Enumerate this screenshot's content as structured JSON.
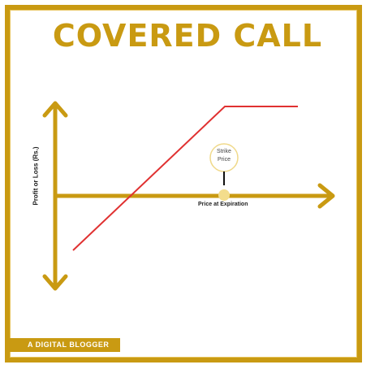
{
  "title": "COVERED CALL",
  "y_axis_label": "Profit or Loss (Rs.)",
  "x_axis_label": "Price at Expiration",
  "strike_label": "Strike Price",
  "footer": "A DIGITAL BLOGGER",
  "colors": {
    "gold": "#c99a12",
    "payoff_line": "#e03131",
    "strike_fill": "#f3dd8c"
  }
}
